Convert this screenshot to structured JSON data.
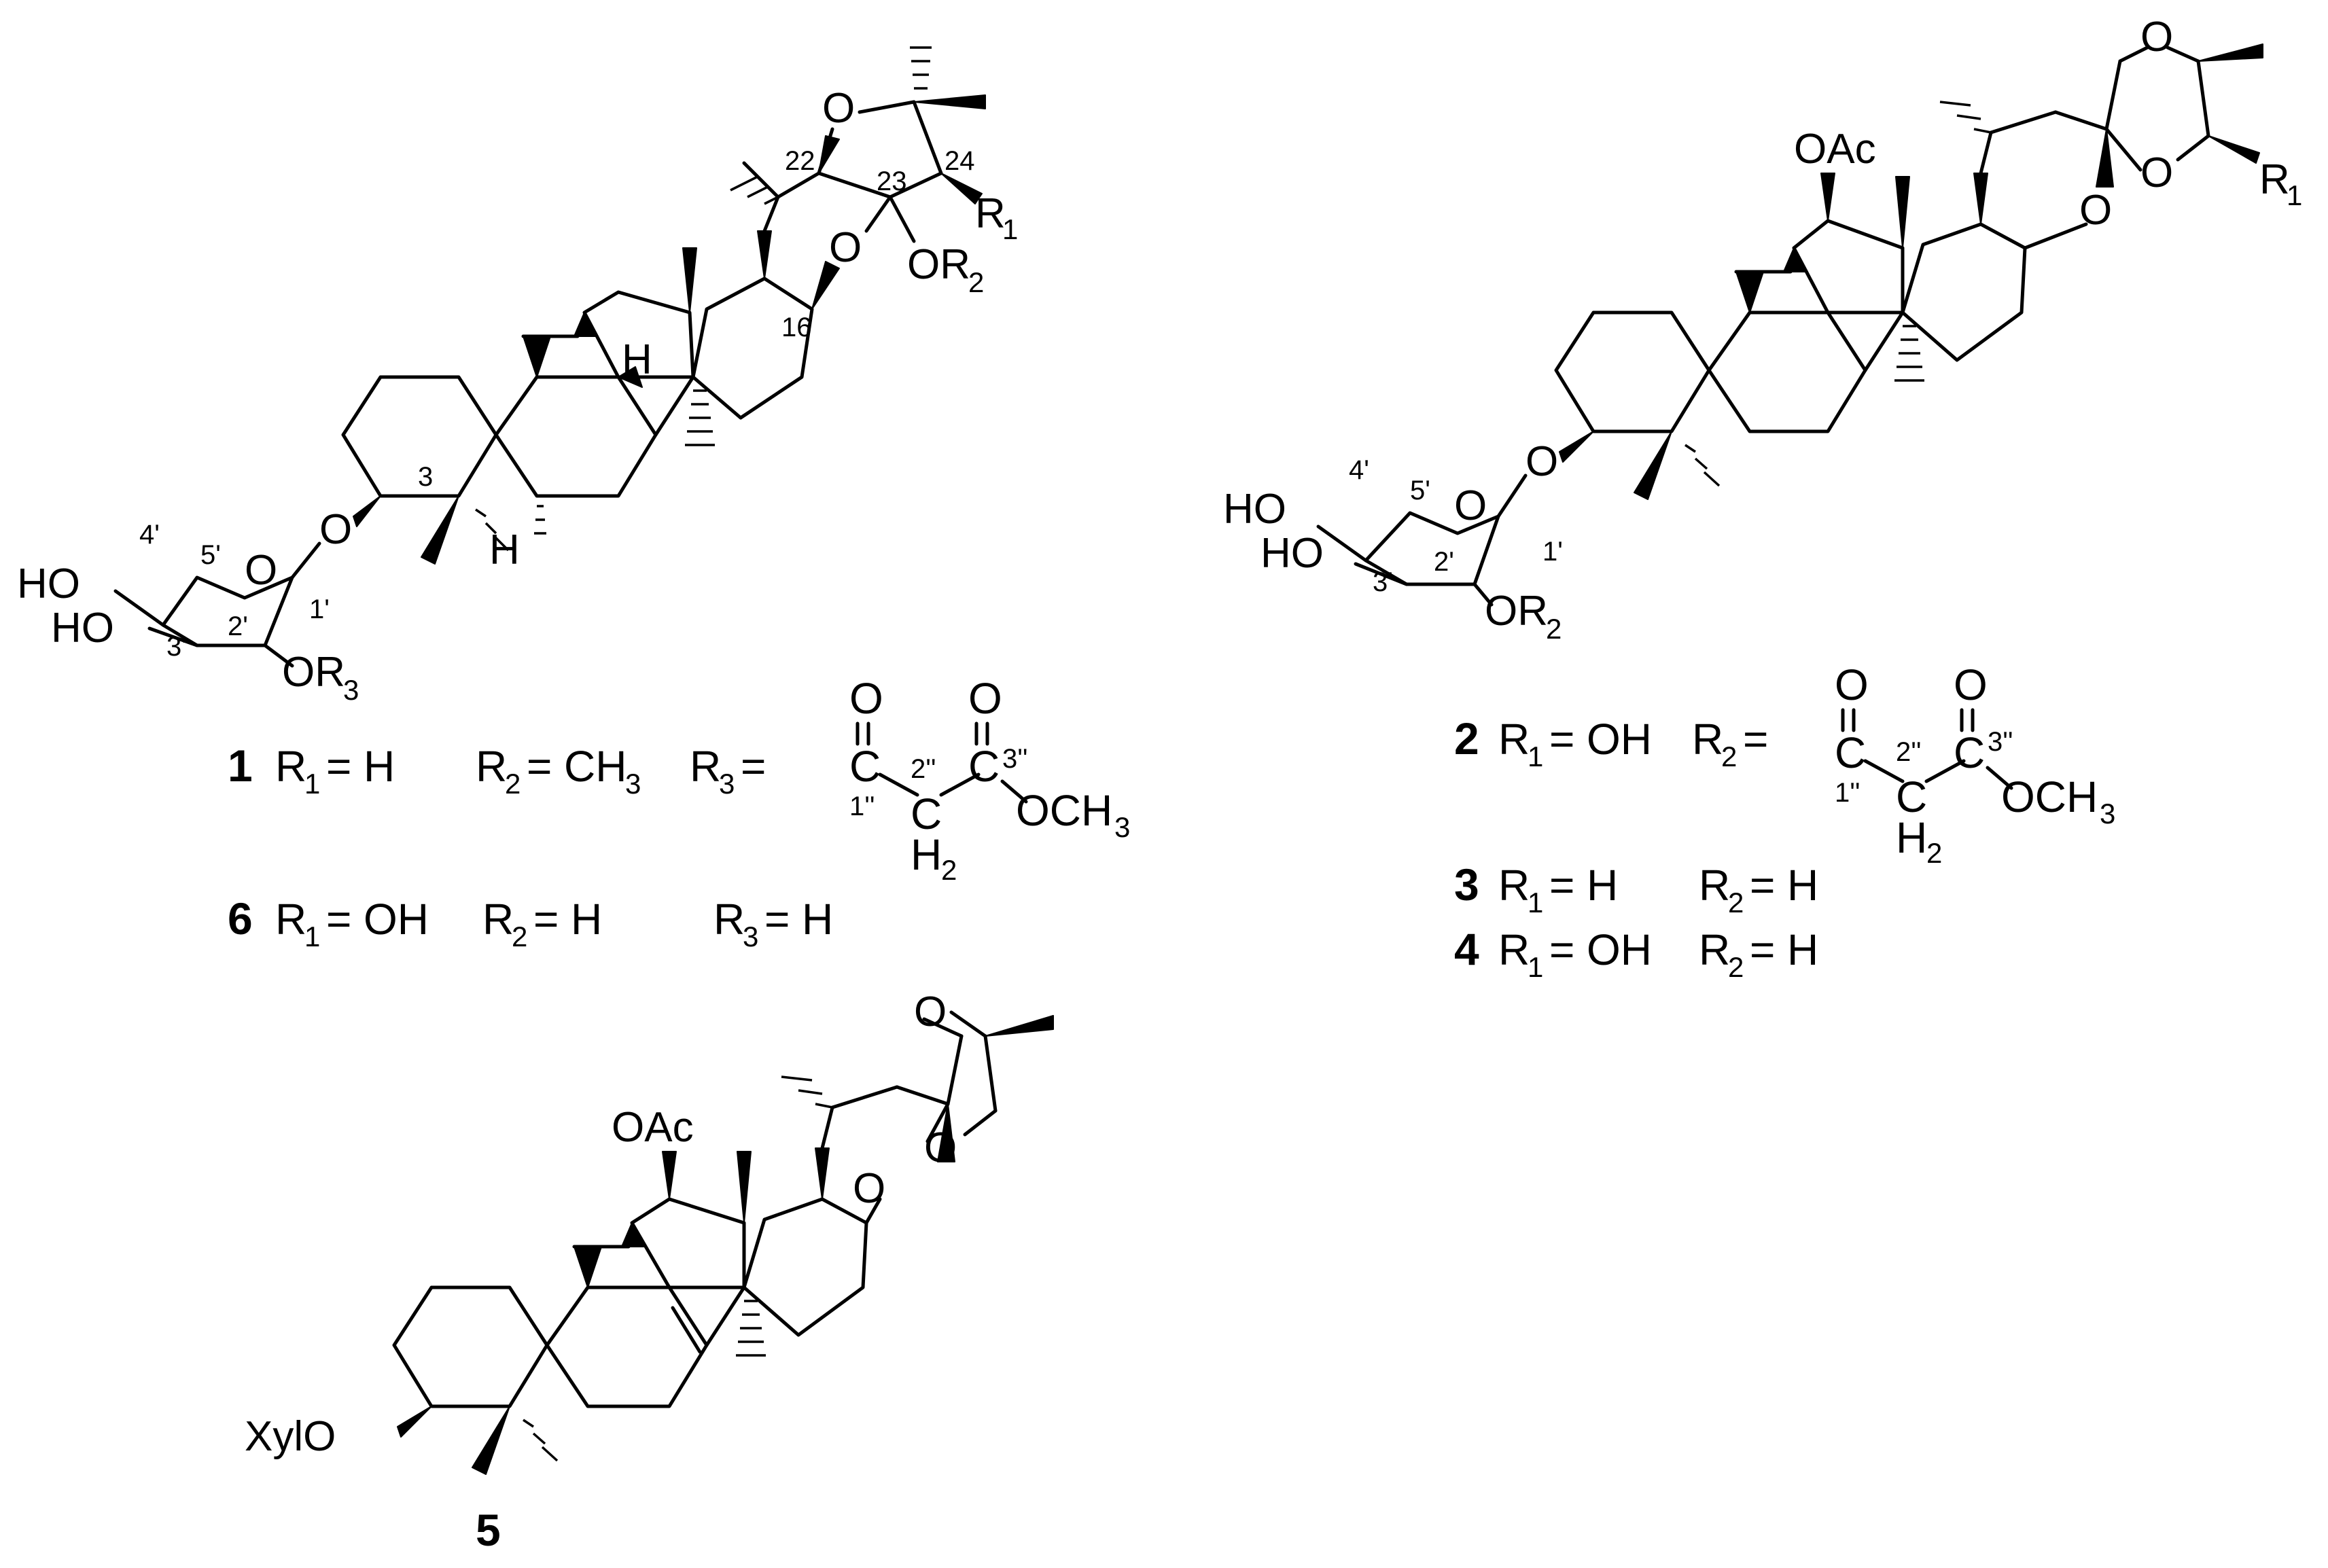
{
  "atoms": {
    "O": "O",
    "H": "H",
    "HO": "HO",
    "OR": "OR",
    "OAc": "OAc",
    "XylO": "XylO",
    "R": "R",
    "C": "C",
    "OCH": "OCH"
  },
  "subscripts": {
    "one": "1",
    "two": "2",
    "three": "3"
  },
  "numbering": {
    "c3": "3",
    "c16": "16",
    "c22": "22",
    "c23": "23",
    "c24": "24",
    "p1": "1'",
    "p2": "2'",
    "p3": "3'",
    "p4": "4'",
    "p5": "5'",
    "dp1": "1''",
    "dp2": "2''",
    "dp3": "3''"
  },
  "compounds": {
    "c1": "1",
    "c2": "2",
    "c3": "3",
    "c4": "4",
    "c5": "5",
    "c6": "6"
  },
  "legend": {
    "eq": "=",
    "H_val": "H",
    "OH_val": "OH",
    "CH3_base": "CH"
  }
}
